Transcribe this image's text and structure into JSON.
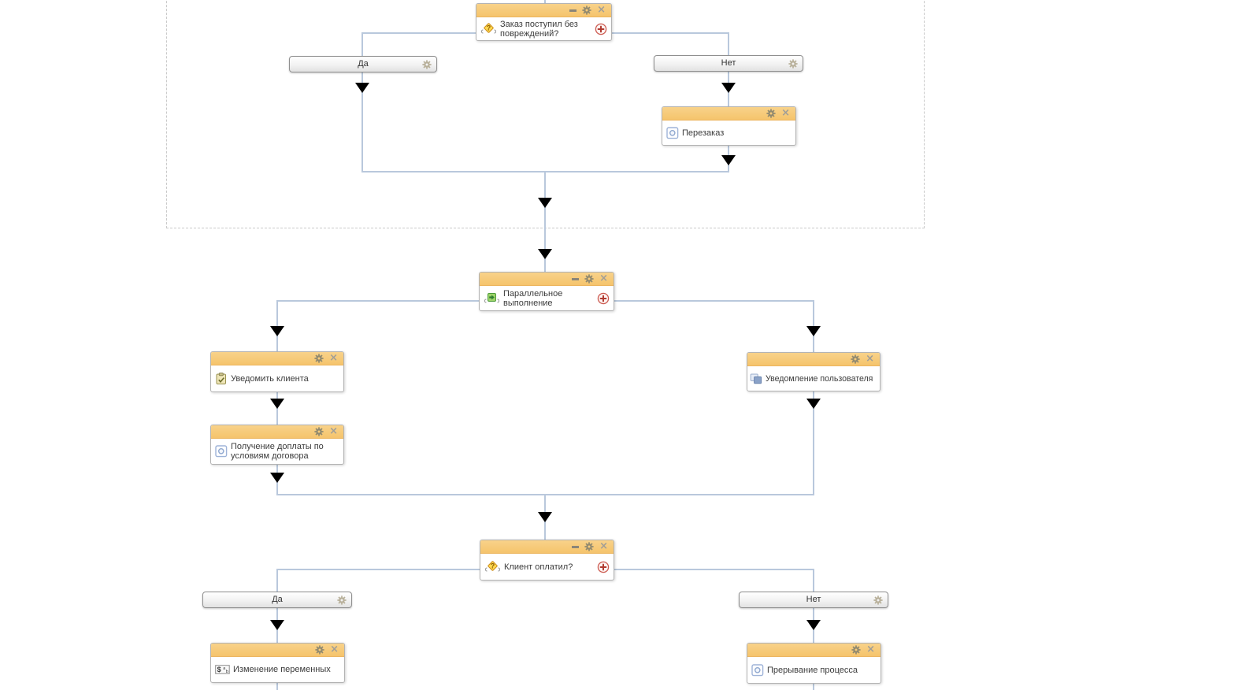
{
  "diagram": {
    "nodes": {
      "condition1": {
        "title": "Заказ поступил без повреждений?",
        "type": "condition"
      },
      "reorder": {
        "title": "Перезаказ",
        "type": "subprocess"
      },
      "parallel": {
        "title": "Параллельное выполнение",
        "type": "parallel-gateway"
      },
      "notify_client": {
        "title": "Уведомить клиента",
        "type": "task"
      },
      "notify_user": {
        "title": "Уведомление пользователя",
        "type": "notification"
      },
      "surcharge": {
        "title": "Получение доплаты по условиям договора",
        "type": "subprocess"
      },
      "condition2": {
        "title": "Клиент оплатил?",
        "type": "condition"
      },
      "change_vars": {
        "title": "Изменение переменных",
        "type": "variables"
      },
      "interrupt": {
        "title": "Прерывание процесса",
        "type": "subprocess"
      }
    },
    "branches": {
      "yes1": "Да",
      "no1": "Нет",
      "yes2": "Да",
      "no2": "Нет"
    }
  },
  "icons": {
    "close": "×",
    "question": "?",
    "variables_glyph": "$",
    "variables_sup": "a",
    "variables_sub": "b"
  },
  "colors": {
    "header": "#f5c46c",
    "connector": "#b9c8dc",
    "plus_accent": "#b03a30",
    "condition_diamond": "#ffd84f",
    "parallel_green": "#9ed36a"
  }
}
